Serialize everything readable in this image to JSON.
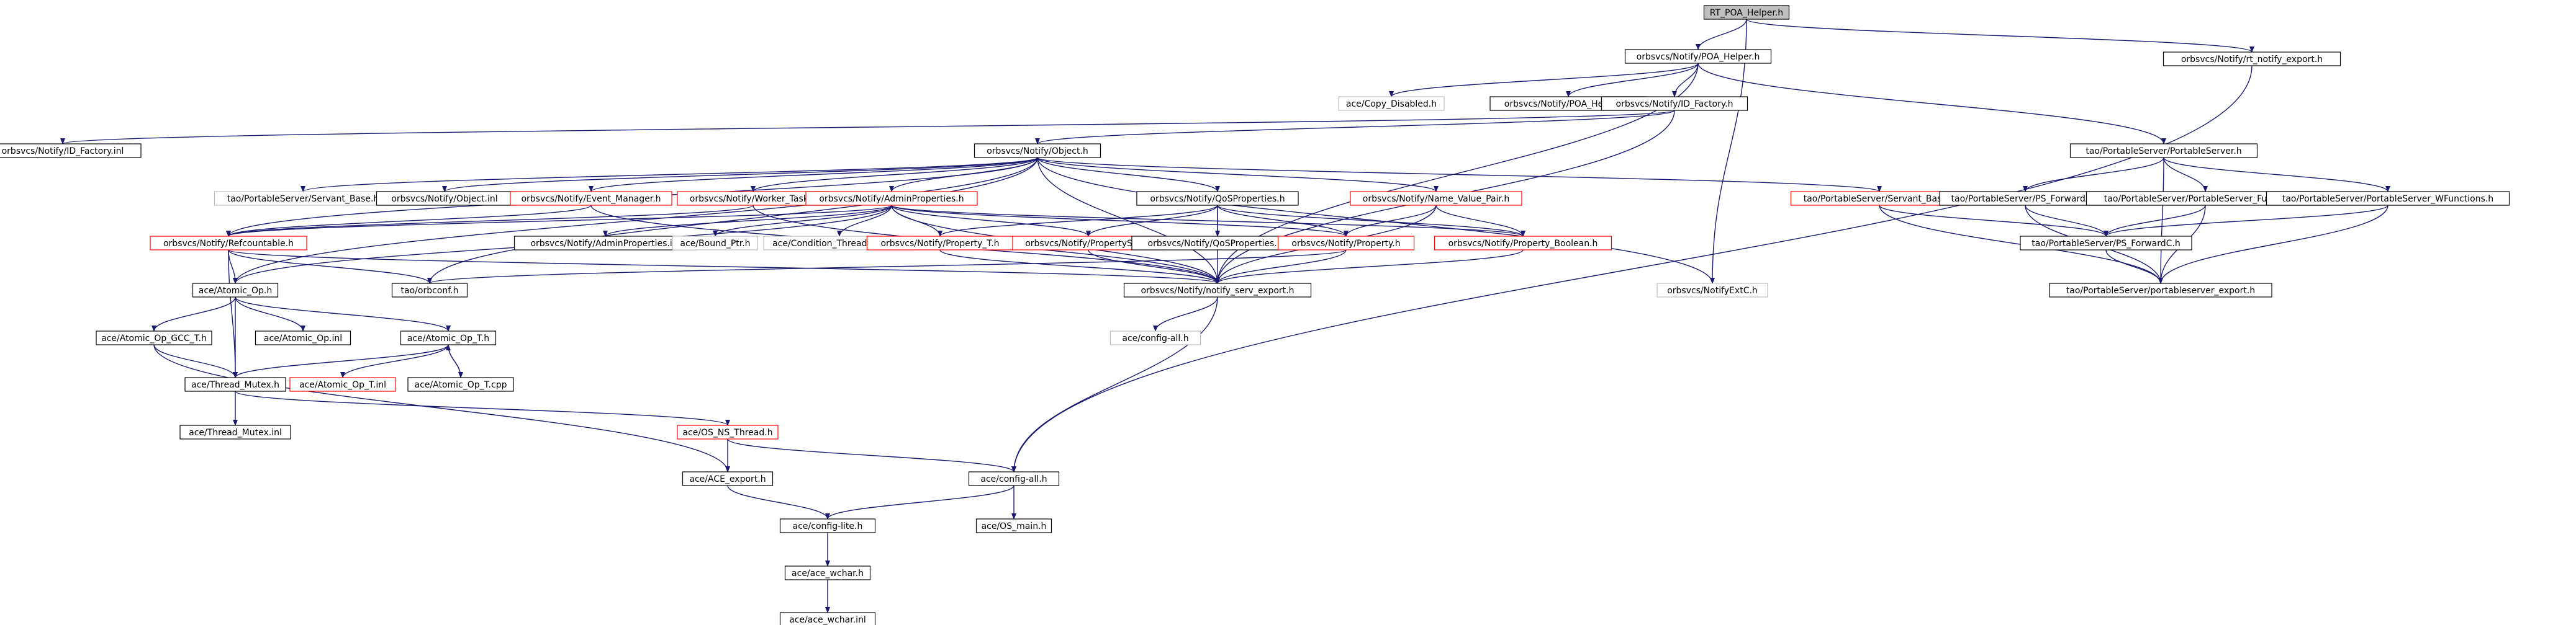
{
  "colors": {
    "edge": "#191970",
    "root_fill": "#bfbfbf",
    "missing_border": "#ff0000",
    "unexpanded_border": "#bfbfbf",
    "normal_border": "#000000",
    "fill": "#ffffff",
    "text": "#000000"
  },
  "nodes": [
    {
      "id": "rt_poa_helper",
      "label": "RT_POA_Helper.h",
      "kind": "root"
    },
    {
      "id": "poa_helper",
      "label": "orbsvcs/Notify/POA_Helper.h",
      "kind": "normal"
    },
    {
      "id": "rt_notify_export",
      "label": "orbsvcs/Notify/rt_notify_export.h",
      "kind": "normal"
    },
    {
      "id": "copy_disabled",
      "label": "ace/Copy_Disabled.h",
      "kind": "unexpanded"
    },
    {
      "id": "poa_helper_inl",
      "label": "orbsvcs/Notify/POA_Helper.inl",
      "kind": "normal"
    },
    {
      "id": "id_factory",
      "label": "orbsvcs/Notify/ID_Factory.h",
      "kind": "normal"
    },
    {
      "id": "id_factory_inl",
      "label": "orbsvcs/Notify/ID_Factory.inl",
      "kind": "normal"
    },
    {
      "id": "object_h",
      "label": "orbsvcs/Notify/Object.h",
      "kind": "normal"
    },
    {
      "id": "portableserver_h",
      "label": "tao/PortableServer/PortableServer.h",
      "kind": "normal"
    },
    {
      "id": "portable_server_base",
      "label": "tao/PortableServer/Servant_Base.h",
      "kind": "unexpanded"
    },
    {
      "id": "object_inl",
      "label": "orbsvcs/Notify/Object.inl",
      "kind": "normal"
    },
    {
      "id": "event_manager",
      "label": "orbsvcs/Notify/Event_Manager.h",
      "kind": "missing"
    },
    {
      "id": "worker_task",
      "label": "orbsvcs/Notify/Worker_Task.h",
      "kind": "missing"
    },
    {
      "id": "admin_properties",
      "label": "orbsvcs/Notify/AdminProperties.h",
      "kind": "missing"
    },
    {
      "id": "qos_properties",
      "label": "orbsvcs/Notify/QoSProperties.h",
      "kind": "normal"
    },
    {
      "id": "name_value_pair",
      "label": "orbsvcs/Notify/Name_Value_Pair.h",
      "kind": "missing"
    },
    {
      "id": "servant_base",
      "label": "tao/PortableServer/Servant_Base.h",
      "kind": "missing"
    },
    {
      "id": "ps_forwarda",
      "label": "tao/PortableServer/PS_ForwardA.h",
      "kind": "normal"
    },
    {
      "id": "ps_functions",
      "label": "tao/PortableServer/PortableServer_Functions.h",
      "kind": "normal"
    },
    {
      "id": "ps_wfunctions",
      "label": "tao/PortableServer/PortableServer_WFunctions.h",
      "kind": "normal"
    },
    {
      "id": "refcountable",
      "label": "orbsvcs/Notify/Refcountable.h",
      "kind": "missing"
    },
    {
      "id": "admin_properties_inl",
      "label": "orbsvcs/Notify/AdminProperties.inl",
      "kind": "normal"
    },
    {
      "id": "bound_ptr",
      "label": "ace/Bound_Ptr.h",
      "kind": "unexpanded"
    },
    {
      "id": "condition_thread_mutex",
      "label": "ace/Condition_Thread_Mutex.h",
      "kind": "unexpanded"
    },
    {
      "id": "property_t",
      "label": "orbsvcs/Notify/Property_T.h",
      "kind": "missing"
    },
    {
      "id": "property_seq",
      "label": "orbsvcs/Notify/PropertySeq.h",
      "kind": "missing"
    },
    {
      "id": "qos_properties_inl",
      "label": "orbsvcs/Notify/QoSProperties.inl",
      "kind": "normal"
    },
    {
      "id": "property_h",
      "label": "orbsvcs/Notify/Property.h",
      "kind": "missing"
    },
    {
      "id": "property_boolean",
      "label": "orbsvcs/Notify/Property_Boolean.h",
      "kind": "missing"
    },
    {
      "id": "ps_forwardc",
      "label": "tao/PortableServer/PS_ForwardC.h",
      "kind": "normal"
    },
    {
      "id": "atomic_op",
      "label": "ace/Atomic_Op.h",
      "kind": "normal"
    },
    {
      "id": "orbconf",
      "label": "tao/orbconf.h",
      "kind": "normal"
    },
    {
      "id": "notify_serv_export",
      "label": "orbsvcs/Notify/notify_serv_export.h",
      "kind": "normal"
    },
    {
      "id": "notifyextc",
      "label": "orbsvcs/NotifyExtC.h",
      "kind": "unexpanded"
    },
    {
      "id": "portableserver_export",
      "label": "tao/PortableServer/portableserver_export.h",
      "kind": "normal"
    },
    {
      "id": "atomic_op_gcc_t",
      "label": "ace/Atomic_Op_GCC_T.h",
      "kind": "normal"
    },
    {
      "id": "atomic_op_inl",
      "label": "ace/Atomic_Op.inl",
      "kind": "normal"
    },
    {
      "id": "atomic_op_t",
      "label": "ace/Atomic_Op_T.h",
      "kind": "normal"
    },
    {
      "id": "config_all_1",
      "label": "ace/config-all.h",
      "kind": "unexpanded"
    },
    {
      "id": "thread_mutex",
      "label": "ace/Thread_Mutex.h",
      "kind": "normal"
    },
    {
      "id": "atomic_op_t_inl",
      "label": "ace/Atomic_Op_T.inl",
      "kind": "missing"
    },
    {
      "id": "atomic_op_t_cpp",
      "label": "ace/Atomic_Op_T.cpp",
      "kind": "normal"
    },
    {
      "id": "thread_mutex_inl",
      "label": "ace/Thread_Mutex.inl",
      "kind": "normal"
    },
    {
      "id": "os_ns_thread",
      "label": "ace/OS_NS_Thread.h",
      "kind": "missing"
    },
    {
      "id": "ace_export",
      "label": "ace/ACE_export.h",
      "kind": "normal"
    },
    {
      "id": "config_all_2",
      "label": "ace/config-all.h",
      "kind": "normal"
    },
    {
      "id": "config_lite",
      "label": "ace/config-lite.h",
      "kind": "normal"
    },
    {
      "id": "os_main",
      "label": "ace/OS_main.h",
      "kind": "normal"
    },
    {
      "id": "ace_wchar",
      "label": "ace/ace_wchar.h",
      "kind": "normal"
    },
    {
      "id": "ace_wchar_inl",
      "label": "ace/ace_wchar.inl",
      "kind": "normal"
    }
  ],
  "edges": [
    [
      "rt_poa_helper",
      "poa_helper"
    ],
    [
      "rt_poa_helper",
      "rt_notify_export"
    ],
    [
      "rt_poa_helper",
      "notifyextc"
    ],
    [
      "poa_helper",
      "copy_disabled"
    ],
    [
      "poa_helper",
      "poa_helper_inl"
    ],
    [
      "poa_helper",
      "id_factory"
    ],
    [
      "poa_helper",
      "portableserver_h"
    ],
    [
      "poa_helper",
      "notify_serv_export"
    ],
    [
      "rt_notify_export",
      "config_all_2"
    ],
    [
      "id_factory",
      "id_factory_inl"
    ],
    [
      "id_factory",
      "object_h"
    ],
    [
      "id_factory",
      "notify_serv_export"
    ],
    [
      "object_h",
      "portable_server_base"
    ],
    [
      "object_h",
      "object_inl"
    ],
    [
      "object_h",
      "event_manager"
    ],
    [
      "object_h",
      "worker_task"
    ],
    [
      "object_h",
      "admin_properties"
    ],
    [
      "object_h",
      "qos_properties"
    ],
    [
      "object_h",
      "name_value_pair"
    ],
    [
      "object_h",
      "servant_base"
    ],
    [
      "object_h",
      "refcountable"
    ],
    [
      "object_h",
      "atomic_op"
    ],
    [
      "object_h",
      "orbconf"
    ],
    [
      "object_h",
      "notify_serv_export"
    ],
    [
      "object_h",
      "notifyextc"
    ],
    [
      "portableserver_h",
      "ps_forwarda"
    ],
    [
      "portableserver_h",
      "ps_functions"
    ],
    [
      "portableserver_h",
      "ps_wfunctions"
    ],
    [
      "portableserver_h",
      "portableserver_export"
    ],
    [
      "event_manager",
      "refcountable"
    ],
    [
      "event_manager",
      "notify_serv_export"
    ],
    [
      "worker_task",
      "refcountable"
    ],
    [
      "worker_task",
      "notify_serv_export"
    ],
    [
      "admin_properties",
      "admin_properties_inl"
    ],
    [
      "admin_properties",
      "bound_ptr"
    ],
    [
      "admin_properties",
      "condition_thread_mutex"
    ],
    [
      "admin_properties",
      "property_t"
    ],
    [
      "admin_properties",
      "property_seq"
    ],
    [
      "admin_properties",
      "property_h"
    ],
    [
      "admin_properties",
      "property_boolean"
    ],
    [
      "admin_properties",
      "refcountable"
    ],
    [
      "admin_properties",
      "atomic_op"
    ],
    [
      "admin_properties",
      "notify_serv_export"
    ],
    [
      "qos_properties",
      "qos_properties_inl"
    ],
    [
      "qos_properties",
      "property_t"
    ],
    [
      "qos_properties",
      "property_seq"
    ],
    [
      "qos_properties",
      "property_h"
    ],
    [
      "qos_properties",
      "property_boolean"
    ],
    [
      "qos_properties",
      "notify_serv_export"
    ],
    [
      "name_value_pair",
      "property_h"
    ],
    [
      "name_value_pair",
      "property_boolean"
    ],
    [
      "name_value_pair",
      "notify_serv_export"
    ],
    [
      "servant_base",
      "ps_forwardc"
    ],
    [
      "servant_base",
      "portableserver_export"
    ],
    [
      "ps_forwarda",
      "ps_forwardc"
    ],
    [
      "ps_forwarda",
      "portableserver_export"
    ],
    [
      "ps_functions",
      "ps_forwardc"
    ],
    [
      "ps_functions",
      "portableserver_export"
    ],
    [
      "ps_wfunctions",
      "ps_forwardc"
    ],
    [
      "ps_wfunctions",
      "portableserver_export"
    ],
    [
      "ps_forwardc",
      "portableserver_export"
    ],
    [
      "refcountable",
      "atomic_op"
    ],
    [
      "refcountable",
      "orbconf"
    ],
    [
      "refcountable",
      "thread_mutex"
    ],
    [
      "refcountable",
      "notify_serv_export"
    ],
    [
      "property_t",
      "notify_serv_export"
    ],
    [
      "property_seq",
      "notify_serv_export"
    ],
    [
      "property_h",
      "notify_serv_export"
    ],
    [
      "property_h",
      "orbconf"
    ],
    [
      "property_boolean",
      "notify_serv_export"
    ],
    [
      "atomic_op",
      "atomic_op_gcc_t"
    ],
    [
      "atomic_op",
      "atomic_op_inl"
    ],
    [
      "atomic_op",
      "atomic_op_t"
    ],
    [
      "atomic_op",
      "thread_mutex"
    ],
    [
      "notify_serv_export",
      "config_all_1"
    ],
    [
      "notify_serv_export",
      "config_all_2"
    ],
    [
      "atomic_op_gcc_t",
      "thread_mutex"
    ],
    [
      "atomic_op_gcc_t",
      "ace_export"
    ],
    [
      "atomic_op_t",
      "atomic_op_t_inl"
    ],
    [
      "atomic_op_t",
      "atomic_op_t_cpp"
    ],
    [
      "atomic_op_t",
      "thread_mutex"
    ],
    [
      "atomic_op_t_cpp",
      "atomic_op_t"
    ],
    [
      "thread_mutex",
      "thread_mutex_inl"
    ],
    [
      "thread_mutex",
      "os_ns_thread"
    ],
    [
      "os_ns_thread",
      "ace_export"
    ],
    [
      "os_ns_thread",
      "config_all_2"
    ],
    [
      "ace_export",
      "config_lite"
    ],
    [
      "config_all_2",
      "config_lite"
    ],
    [
      "config_all_2",
      "os_main"
    ],
    [
      "config_lite",
      "ace_wchar"
    ],
    [
      "ace_wchar",
      "ace_wchar_inl"
    ]
  ]
}
